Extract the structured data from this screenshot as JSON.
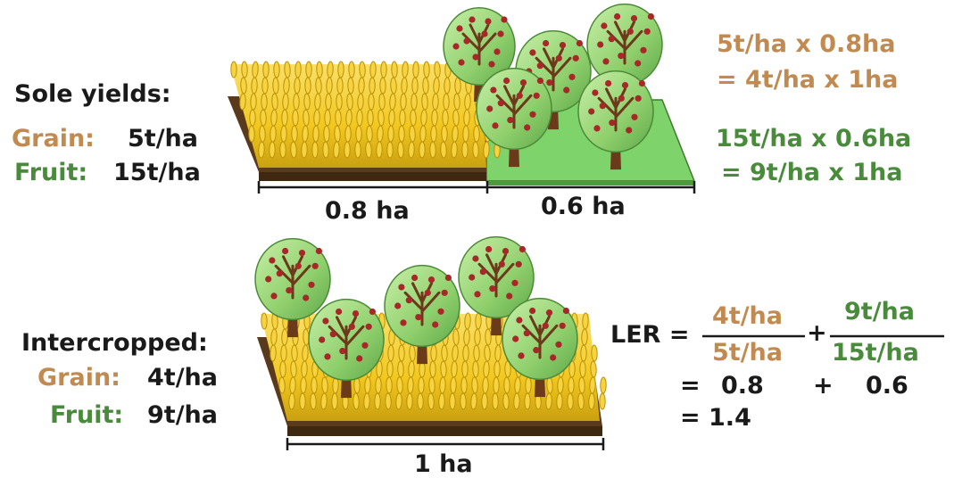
{
  "sole": {
    "heading": "Sole yields:",
    "grain_label": "Grain:",
    "grain_value": "5t/ha",
    "fruit_label": "Fruit:",
    "fruit_value": "15t/ha",
    "area_grain": "0.8 ha",
    "area_fruit": "0.6 ha"
  },
  "equations": {
    "grain_line1": "5t/ha x 0.8ha",
    "grain_line2": "= 4t/ha x 1ha",
    "fruit_line1": "15t/ha x 0.6ha",
    "fruit_line2": "= 9t/ha x 1ha"
  },
  "intercropped": {
    "heading": "Intercropped:",
    "grain_label": "Grain:",
    "grain_value": "4t/ha",
    "fruit_label": "Fruit:",
    "fruit_value": "9t/ha",
    "area": "1 ha"
  },
  "ler": {
    "label": "LER =",
    "num1": "4t/ha",
    "den1": "5t/ha",
    "plus": "+",
    "num2": "9t/ha",
    "den2": "15t/ha",
    "row2_eq": "=",
    "row2_a": "0.8",
    "row2_plus": "+",
    "row2_b": "0.6",
    "row3": "= 1.4"
  },
  "colors": {
    "grain_text": "#c08a50",
    "fruit_text": "#4a8a3c",
    "wheat": "#f2c81e",
    "soil": "#5a3a1c",
    "grass": "#7ed36a",
    "tree_canopy": "#8fcf6c",
    "apple": "#a8282a"
  }
}
